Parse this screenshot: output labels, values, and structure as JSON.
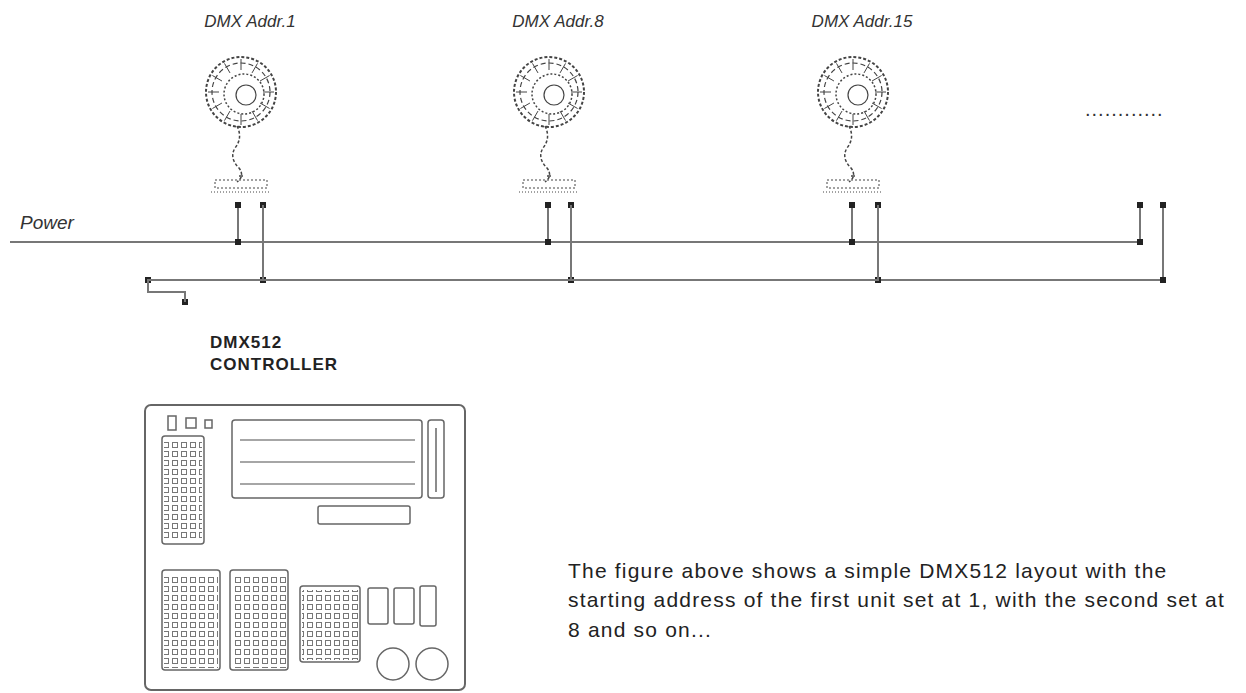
{
  "diagram": {
    "nodes": [
      {
        "text": [
          "DMX Addr.1"
        ]
      },
      {
        "text": [
          "DMX Addr.8"
        ]
      },
      {
        "text": [
          "DMX Addr.15"
        ]
      },
      {
        "text": [
          "DMX512 CONTROLLER"
        ]
      }
    ],
    "edges": [
      {
        "from": 3,
        "to": 0,
        "arrow": "none"
      },
      {
        "from": 3,
        "to": 1,
        "arrow": "none"
      },
      {
        "from": 3,
        "to": 2,
        "arrow": "none"
      }
    ],
    "labels": [
      "Power",
      "............",
      "The figure above shows a simple DMX512 layout with the starting address of the first unit set at 1, with the second set at 8 and so on..."
    ]
  }
}
